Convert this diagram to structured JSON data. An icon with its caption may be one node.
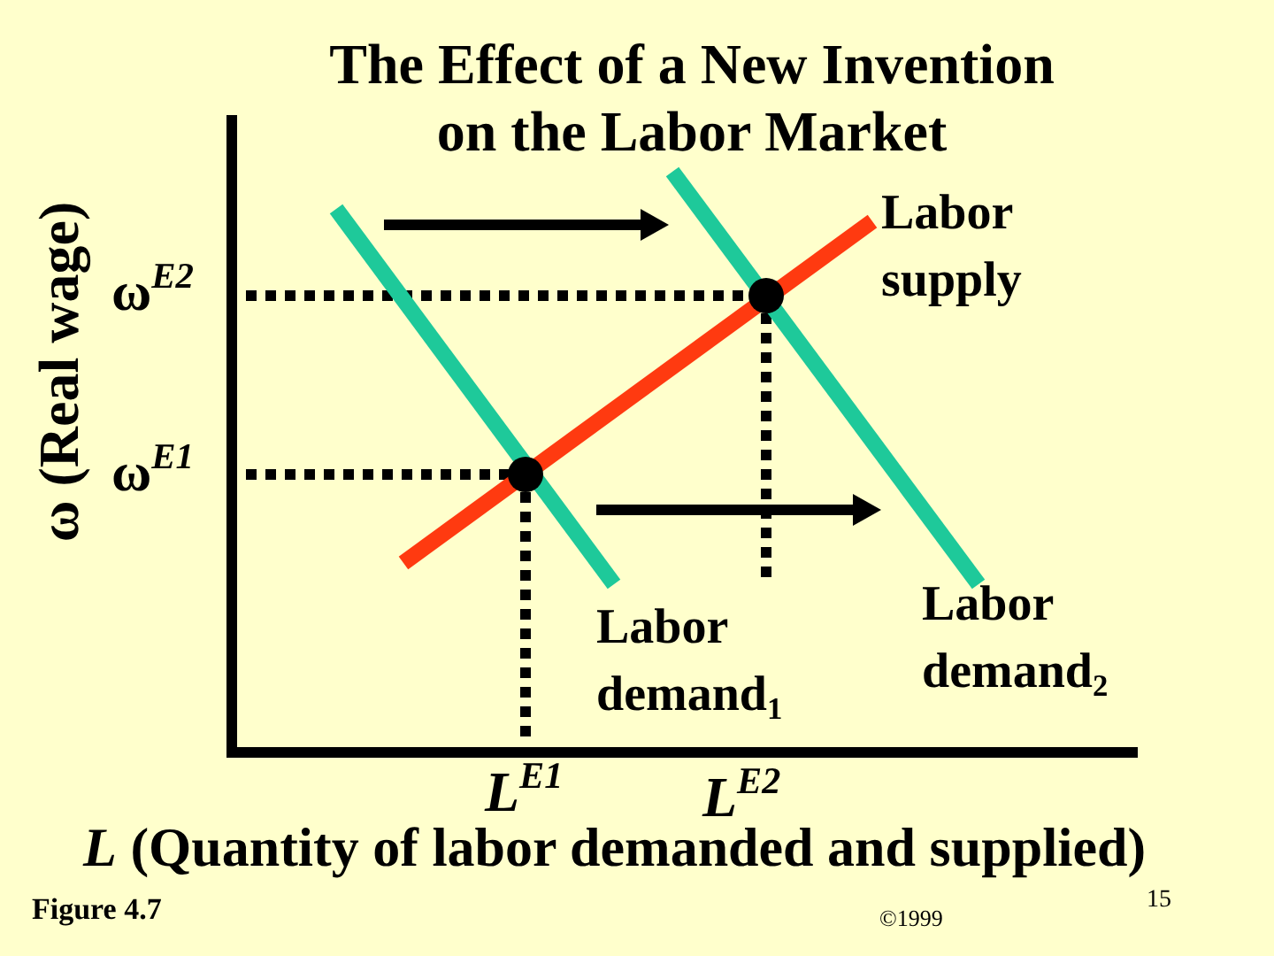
{
  "diagram": {
    "title": "The Effect of a New Invention on the Labor Market",
    "caption": "Figure 4.7",
    "labels": [
      "Labor supply",
      "ω$^{E2}$",
      "ω$^{E1}$",
      "ω (Real wage)",
      "Labor demand$_{1}$",
      "Labor demand$_{2}$",
      "L$^{E1}$",
      "L$^{E2}$",
      "*L* (Quantity of labor demanded and supplied)",
      "15",
      "©1999"
    ]
  }
}
